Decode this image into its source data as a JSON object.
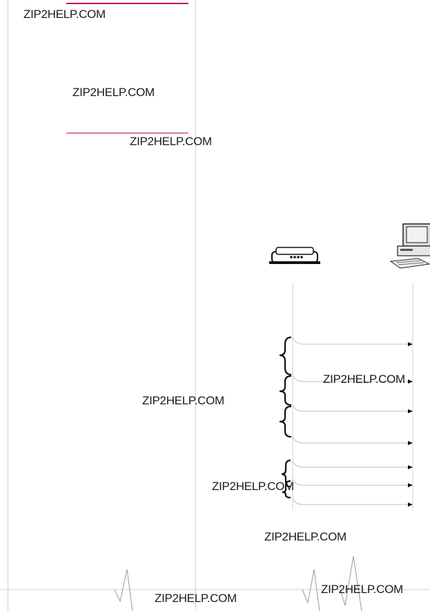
{
  "watermarks": [
    "ZIP2HELP.COM",
    "ZIP2HELP.COM",
    "ZIP2HELP.COM",
    "ZIP2HELP.COM",
    "ZIP2HELP.COM",
    "ZIP2HELP.COM",
    "ZIP2HELP.COM",
    "ZIP2HELP.COM",
    "ZIP2HELP.COM"
  ],
  "colors": {
    "rule_accent": "#c8103e",
    "page_line": "#cfcfcf",
    "text": "#1a1a1a"
  },
  "icons": [
    "modem-icon",
    "desktop-computer-icon",
    "brace-icon",
    "arrow-icon",
    "waveform-icon"
  ]
}
